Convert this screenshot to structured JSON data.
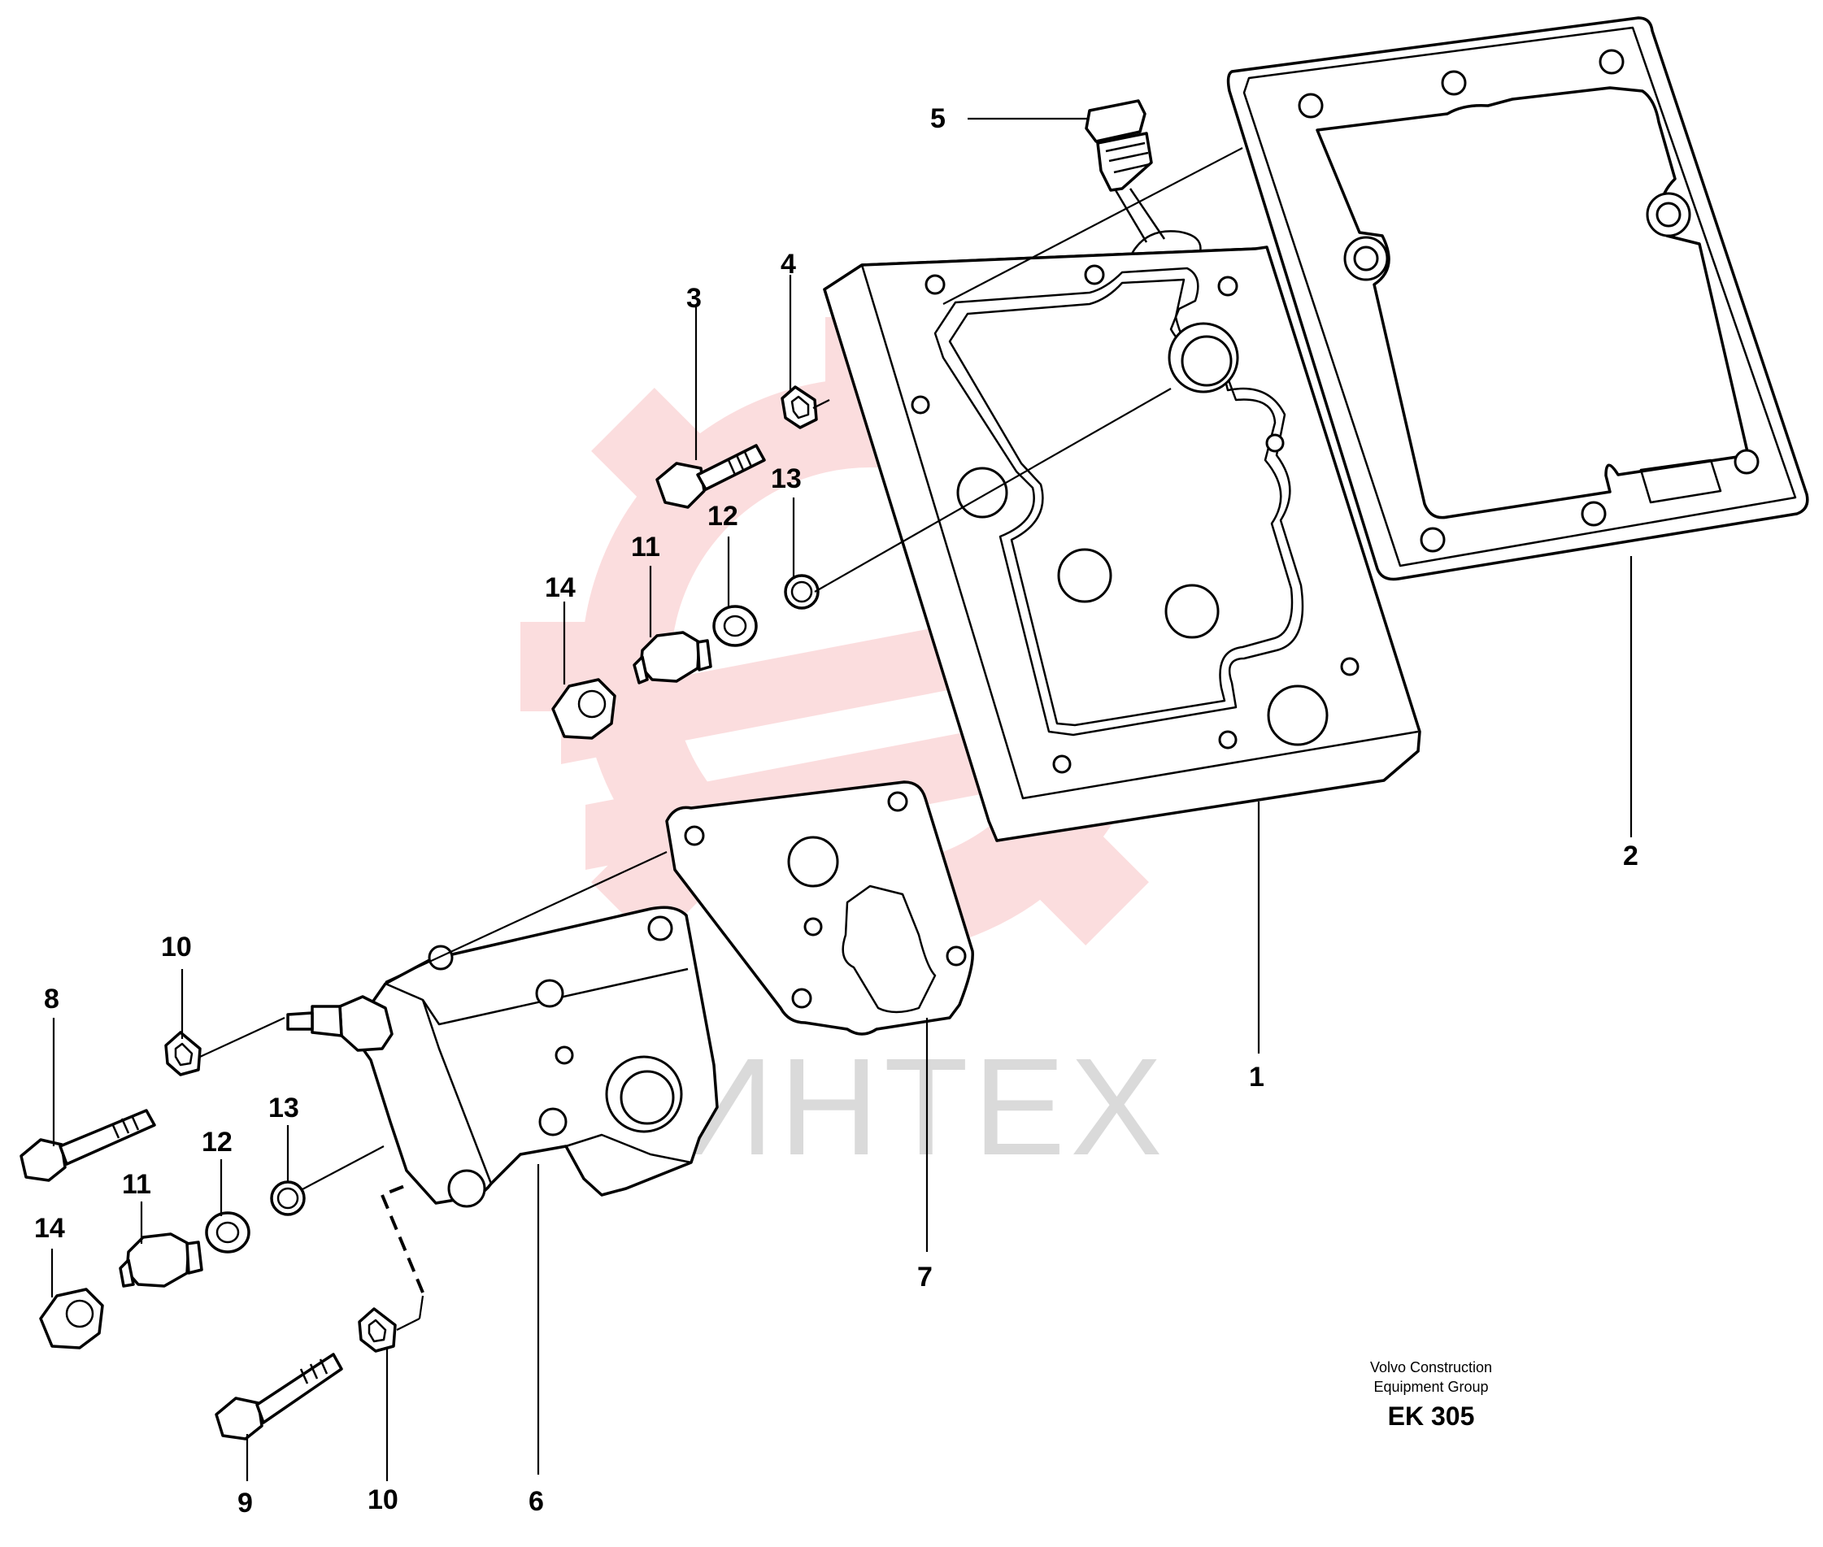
{
  "callouts": [
    "1",
    "2",
    "3",
    "4",
    "5",
    "6",
    "7",
    "8",
    "9",
    "10",
    "11",
    "12",
    "13",
    "14"
  ],
  "watermark": {
    "text": "ИНТЕХ",
    "color": "#e8343a"
  },
  "footer": {
    "company_line1": "Volvo Construction",
    "company_line2": "Equipment Group",
    "code": "EK 305"
  }
}
